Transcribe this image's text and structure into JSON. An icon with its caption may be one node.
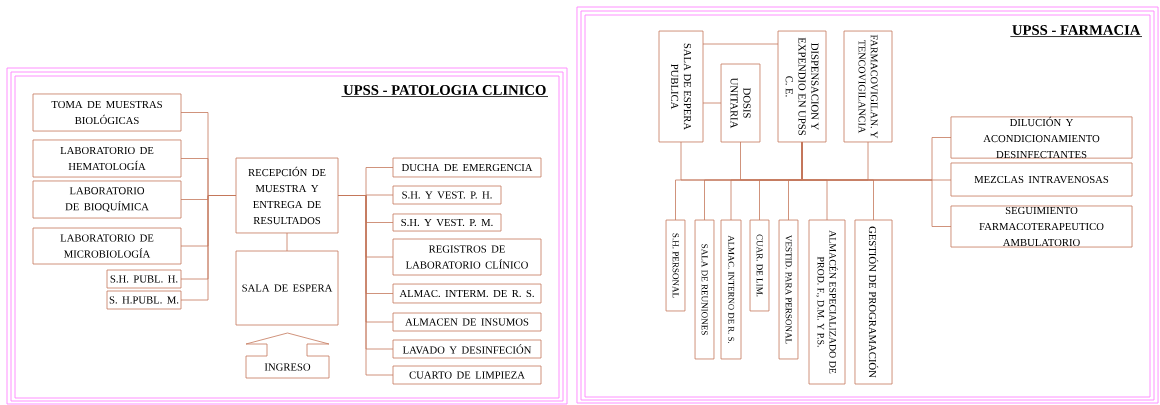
{
  "diagram": {
    "nodes": [
      {
        "text": [
          "UPSS - PATOLOGIA CLINICO"
        ]
      },
      {
        "text": [
          "TOMA DE MUESTRAS BIOLÓGICAS"
        ],
        "in": 0
      },
      {
        "text": [
          "LABORATORIO DE HEMATOLOGÍA"
        ],
        "in": 0
      },
      {
        "text": [
          "LABORATORIO DE BIOQUÍMICA"
        ],
        "in": 0
      },
      {
        "text": [
          "LABORATORIO DE MICROBIOLOGÍA"
        ],
        "in": 0
      },
      {
        "text": [
          "S.H. PUBL. H."
        ],
        "in": 0
      },
      {
        "text": [
          "S. H.PUBL. M."
        ],
        "in": 0
      },
      {
        "text": [
          "RECEPCIÓN DE MUESTRA Y ENTREGA DE RESULTADOS"
        ],
        "in": 0
      },
      {
        "text": [
          "SALA DE ESPERA"
        ],
        "in": 0
      },
      {
        "text": [
          "INGRESO"
        ],
        "in": 0
      },
      {
        "text": [
          "DUCHA DE EMERGENCIA"
        ],
        "in": 0
      },
      {
        "text": [
          "S.H. Y VEST. P. H."
        ],
        "in": 0
      },
      {
        "text": [
          "S.H. Y VEST. P. M."
        ],
        "in": 0
      },
      {
        "text": [
          "REGISTROS DE LABORATORIO CLÍNICO"
        ],
        "in": 0
      },
      {
        "text": [
          "ALMAC. INTERM. DE R. S."
        ],
        "in": 0
      },
      {
        "text": [
          "ALMACEN DE INSUMOS"
        ],
        "in": 0
      },
      {
        "text": [
          "LAVADO Y DESINFECIÓN"
        ],
        "in": 0
      },
      {
        "text": [
          "CUARTO DE LIMPIEZA"
        ],
        "in": 0
      },
      {
        "text": [
          "UPSS - FARMACIA"
        ]
      },
      {
        "text": [
          "SALA DE ESPERA PUBLICA"
        ],
        "in": 18
      },
      {
        "text": [
          "DOSIS UNITARIA"
        ],
        "in": 18
      },
      {
        "text": [
          "DISPENSACION Y EXPENDIO EN UPSS C. E."
        ],
        "in": 18
      },
      {
        "text": [
          "FARMACOVIGILAN. Y TENCOVIGILANCIA"
        ],
        "in": 18
      },
      {
        "text": [
          "S.H. PERSONAL"
        ],
        "in": 18
      },
      {
        "text": [
          "SALA DE REUNIONES"
        ],
        "in": 18
      },
      {
        "text": [
          "ALMAC. INTERNO DE R. S."
        ],
        "in": 18
      },
      {
        "text": [
          "CUAR. DE LIM."
        ],
        "in": 18
      },
      {
        "text": [
          "VESTID. PARA PERSONAL"
        ],
        "in": 18
      },
      {
        "text": [
          "ALMACÉN ESPECIALIZADO DE PROD. F., D.M. Y P.S."
        ],
        "in": 18
      },
      {
        "text": [
          "GESTIÓN DE PROGRAMACIÓN"
        ],
        "in": 18
      },
      {
        "text": [
          "DILUCIÓN Y ACONDICIONAMIENTO DESINFECTANTES"
        ],
        "in": 18
      },
      {
        "text": [
          "MEZCLAS INTRAVENOSAS"
        ],
        "in": 18
      },
      {
        "text": [
          "SEGUIMIENTO FARMACOTERAPEUTICO AMBULATORIO"
        ],
        "in": 18
      }
    ],
    "edges": [
      {
        "from": 1,
        "to": 7,
        "arrow": "none"
      },
      {
        "from": 2,
        "to": 7,
        "arrow": "none"
      },
      {
        "from": 3,
        "to": 7,
        "arrow": "none"
      },
      {
        "from": 4,
        "to": 7,
        "arrow": "none"
      },
      {
        "from": 5,
        "to": 7,
        "arrow": "none"
      },
      {
        "from": 6,
        "to": 7,
        "arrow": "none"
      },
      {
        "from": 7,
        "to": 8,
        "arrow": "none"
      },
      {
        "from": 7,
        "to": 10,
        "arrow": "none"
      },
      {
        "from": 7,
        "to": 11,
        "arrow": "none"
      },
      {
        "from": 7,
        "to": 12,
        "arrow": "none"
      },
      {
        "from": 7,
        "to": 13,
        "arrow": "none"
      },
      {
        "from": 7,
        "to": 14,
        "arrow": "none"
      },
      {
        "from": 7,
        "to": 15,
        "arrow": "none"
      },
      {
        "from": 7,
        "to": 16,
        "arrow": "none"
      },
      {
        "from": 7,
        "to": 17,
        "arrow": "none"
      },
      {
        "from": 19,
        "to": 21,
        "arrow": "none"
      },
      {
        "from": 19,
        "to": 20,
        "arrow": "none"
      },
      {
        "from": 21,
        "to": 19,
        "arrow": "none"
      },
      {
        "from": 21,
        "to": 20,
        "arrow": "none"
      },
      {
        "from": 21,
        "to": 22,
        "arrow": "none"
      },
      {
        "from": 21,
        "to": 23,
        "arrow": "none"
      },
      {
        "from": 21,
        "to": 24,
        "arrow": "none"
      },
      {
        "from": 21,
        "to": 25,
        "arrow": "none"
      },
      {
        "from": 21,
        "to": 26,
        "arrow": "none"
      },
      {
        "from": 21,
        "to": 27,
        "arrow": "none"
      },
      {
        "from": 21,
        "to": 28,
        "arrow": "none"
      },
      {
        "from": 21,
        "to": 29,
        "arrow": "none"
      },
      {
        "from": 21,
        "to": 30,
        "arrow": "none"
      },
      {
        "from": 21,
        "to": 31,
        "arrow": "none"
      },
      {
        "from": 21,
        "to": 32,
        "arrow": "none"
      }
    ]
  }
}
